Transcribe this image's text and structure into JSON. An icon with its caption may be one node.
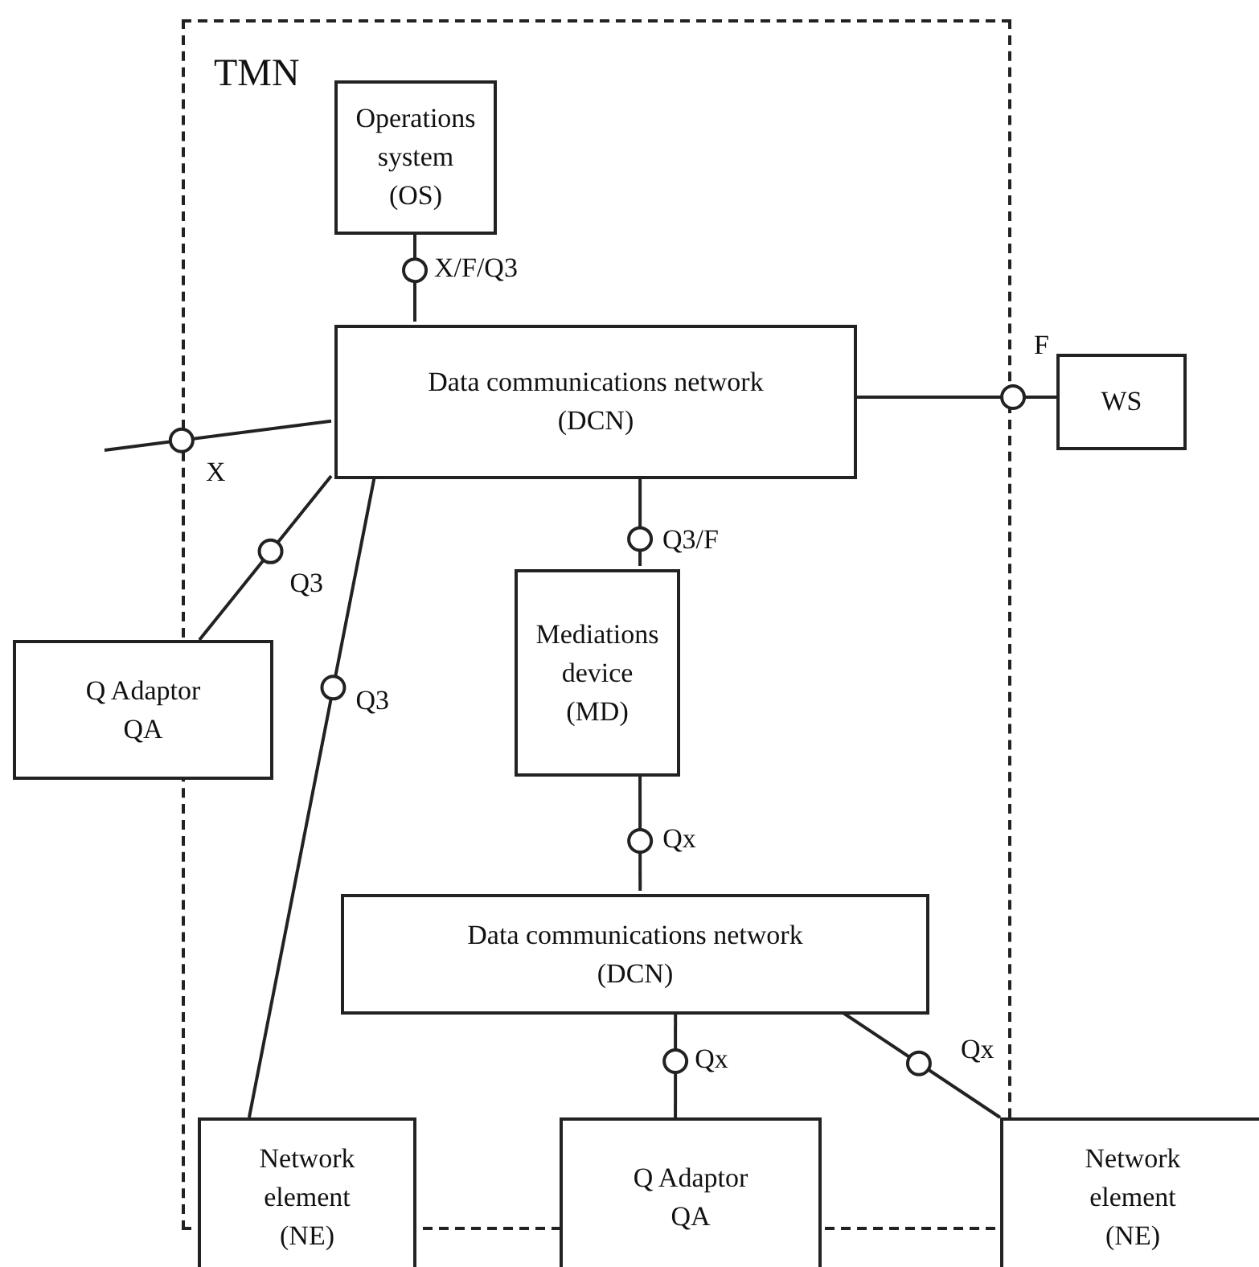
{
  "diagram": {
    "nodes": [
      {
        "text": [
          "TMN"
        ]
      },
      {
        "text": [
          "Operations system (OS)"
        ],
        "in": 0
      },
      {
        "text": [
          "Data communications network (DCN)"
        ],
        "in": 0
      },
      {
        "text": [
          "WS"
        ]
      },
      {
        "text": [
          "Q Adaptor QA"
        ]
      },
      {
        "text": [
          "Mediations device (MD)"
        ],
        "in": 0
      },
      {
        "text": [
          "Data communications network (DCN)"
        ],
        "in": 0
      },
      {
        "text": [
          "Network element (NE)"
        ]
      },
      {
        "text": [
          "Q Adaptor QA"
        ]
      },
      {
        "text": [
          "Network element (NE)"
        ]
      }
    ],
    "edges": [
      {
        "from": 1,
        "to": 2,
        "arrow": "none",
        "label": "X/F/Q3"
      },
      {
        "from": 2,
        "to": 3,
        "arrow": "none",
        "label": "F"
      },
      {
        "from": 2,
        "to": null,
        "arrow": "none",
        "label": "X"
      },
      {
        "from": 2,
        "to": 4,
        "arrow": "none",
        "label": "Q3"
      },
      {
        "from": 2,
        "to": 7,
        "arrow": "none",
        "label": "Q3"
      },
      {
        "from": 2,
        "to": 5,
        "arrow": "none",
        "label": "Q3/F"
      },
      {
        "from": 5,
        "to": 6,
        "arrow": "none",
        "label": "Qx"
      },
      {
        "from": 6,
        "to": 8,
        "arrow": "none",
        "label": "Qx"
      },
      {
        "from": 6,
        "to": 9,
        "arrow": "none",
        "label": "Qx"
      }
    ]
  }
}
